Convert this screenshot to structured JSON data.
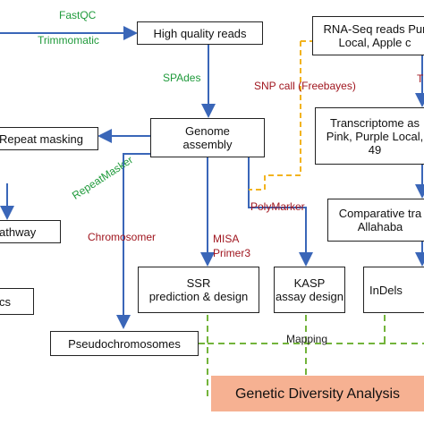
{
  "colors": {
    "flow_arrow": "#3a66b8",
    "dashed_green": "#73b43b",
    "dashed_orange": "#f2b31e",
    "tool_green": "#1f9a3b",
    "tool_red": "#a0161f",
    "highlight_box": "#f6b192"
  },
  "boxes": {
    "high_quality_reads": "High quality reads",
    "rna_seq": "RNA-Seq reads Pur\nLocal, Apple c",
    "genome_assembly": "Genome\nassembly",
    "repeat_masking": "Repeat masking",
    "transcriptome": "Transcriptome as\nPink, Purple Local,\n49",
    "pathway": "athway",
    "comparative": "Comparative tra\nAllahaba",
    "cs": "cs",
    "ssr": "SSR\nprediction & design",
    "kasp": "KASP\nassay design",
    "indels": "InDels",
    "pseudochromosomes": "Pseudochromosomes",
    "genetic_diversity": "Genetic Diversity Analysis"
  },
  "tools": {
    "fastqc": "FastQC",
    "trimmomatic": "Trimmomatic",
    "spades": "SPAdes",
    "snp_call": "SNP call (Freebayes)",
    "t_cut": "T",
    "repeatmasker": "RepeatMasker",
    "chromosomer": "Chromosomer",
    "misa": "MISA",
    "primer3": "Primer3",
    "polymarker": "PolyMarker",
    "mapping": "Mapping"
  }
}
